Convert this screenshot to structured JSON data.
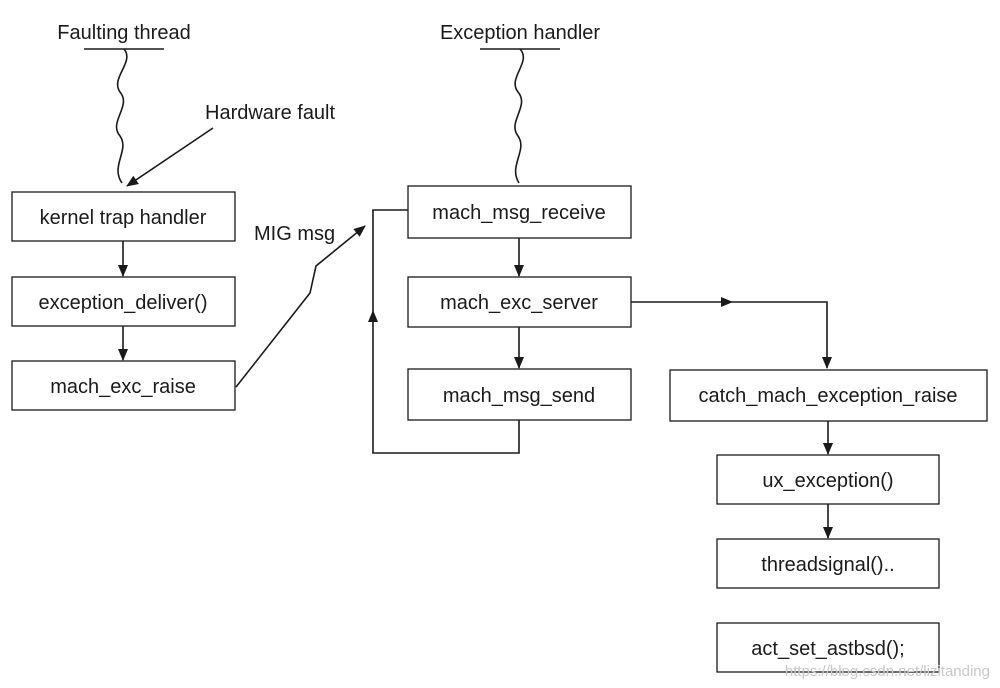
{
  "labels": {
    "faulting_thread": "Faulting thread",
    "exception_handler": "Exception handler",
    "hardware_fault": "Hardware fault",
    "mig_msg": "MIG msg"
  },
  "boxes": {
    "kernel_trap_handler": "kernel trap handler",
    "exception_deliver": "exception_deliver()",
    "mach_exc_raise": "mach_exc_raise",
    "mach_msg_receive": "mach_msg_receive",
    "mach_exc_server": "mach_exc_server",
    "mach_msg_send": "mach_msg_send",
    "catch_mach_exception_raise": "catch_mach_exception_raise",
    "ux_exception": "ux_exception()",
    "threadsignal": "threadsignal()..",
    "act_set_astbsd": "act_set_astbsd();"
  },
  "watermark": "https://blog.csdn.net/lizitanding"
}
